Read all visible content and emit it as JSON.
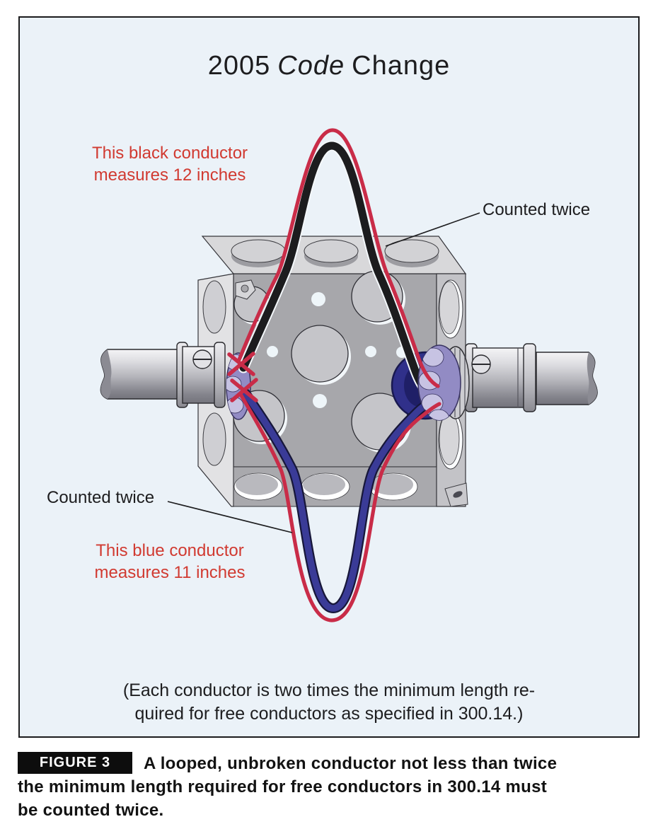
{
  "panel": {
    "title": {
      "prefix": "2005",
      "italic": "Code",
      "suffix": "Change"
    },
    "labels": {
      "black_conductor": {
        "line1": "This black conductor",
        "line2": "measures 12 inches"
      },
      "counted_twice_top": "Counted twice",
      "counted_twice_bottom": "Counted twice",
      "blue_conductor": {
        "line1": "This blue conductor",
        "line2": "measures 11 inches"
      },
      "note_line1": "(Each conductor is two times the minimum length re-",
      "note_line2": "quired for free conductors as specified in 300.14.)"
    }
  },
  "caption": {
    "badge": "FIGURE 3",
    "lines": [
      "A looped, unbroken conductor not less than twice",
      "the minimum length required for free conductors in 300.14 must",
      "be counted twice."
    ]
  },
  "colors": {
    "panel_bg": "#ebf2f8",
    "text": "#1d1d1f",
    "red_label": "#d13a31",
    "measure_line": "#c92c48",
    "black_conductor": "#1c1c1e",
    "blue_conductor": "#3a3b97",
    "locknut": "#928bc4"
  }
}
